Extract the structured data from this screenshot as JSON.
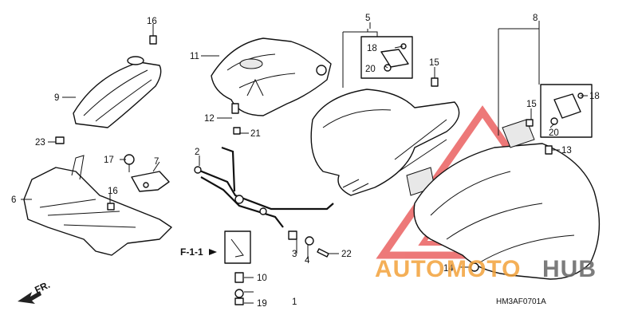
{
  "diagram": {
    "callouts": [
      "1",
      "2",
      "3",
      "4",
      "5",
      "6",
      "7",
      "8",
      "9",
      "10",
      "11",
      "12",
      "13",
      "14",
      "15",
      "15",
      "16",
      "16",
      "17",
      "18",
      "18",
      "19",
      "20",
      "20",
      "21",
      "22",
      "23"
    ],
    "reference_label": "F-1-1",
    "direction_label": "FR.",
    "diagram_code": "HM3AF0701A"
  },
  "watermark": {
    "part1": "AUTO",
    "part2": "MOTO",
    "part3": "HUB",
    "colors": {
      "accent": "#f3a23a",
      "mark": "#e74c4c",
      "dark": "#666666"
    }
  }
}
